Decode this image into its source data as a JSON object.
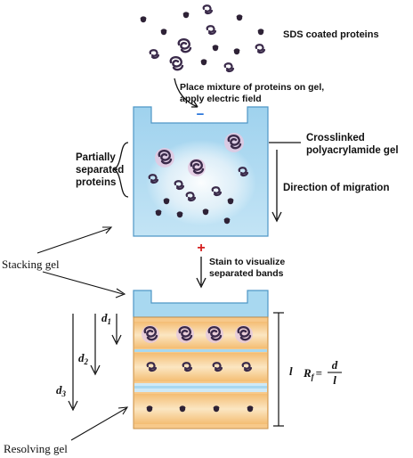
{
  "labels": {
    "sds_coated_proteins": "SDS coated proteins",
    "step1_line1": "Place mixture of proteins on gel,",
    "step1_line2": "apply electric field",
    "minus": "−",
    "plus": "+",
    "crosslinked_line1": "Crosslinked",
    "crosslinked_line2": "polyacrylamide gel",
    "partially_line1": "Partially",
    "partially_line2": "separated",
    "partially_line3": "proteins",
    "direction": "Direction of migration",
    "stacking_gel": "Stacking gel",
    "step2_line1": "Stain to visualize",
    "step2_line2": "separated bands",
    "d1": "d",
    "d1_sub": "1",
    "d2": "d",
    "d2_sub": "2",
    "d3": "d",
    "d3_sub": "3",
    "l": "l",
    "rf": "R",
    "rf_sub": "f",
    "rf_eq": "=",
    "rf_num": "d",
    "rf_den": "l",
    "resolving_gel": "Resolving gel"
  },
  "colors": {
    "gel_blue": "#a8d8f0",
    "gel_blue_edge": "#5fa9d6",
    "resolving_orange": "#f7c98a",
    "resolving_light": "#fbe7c4",
    "minus_color": "#1e6fd9",
    "plus_color": "#d62020",
    "protein_dark": "#3a2a4a",
    "protein_halo": "#d9b8d9"
  }
}
